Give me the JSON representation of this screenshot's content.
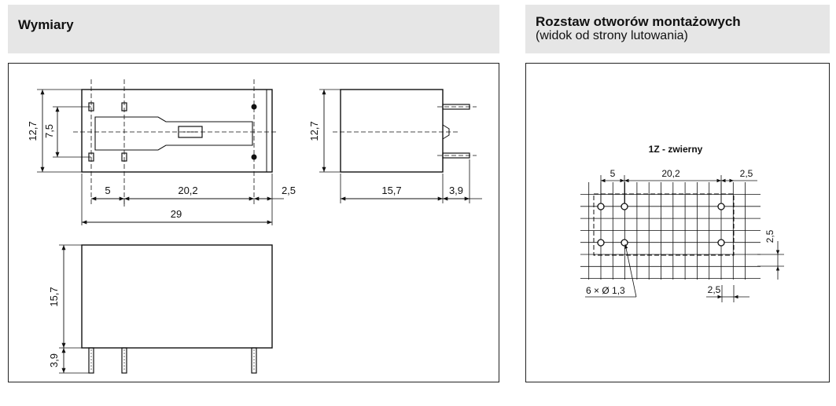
{
  "left_panel": {
    "title": "Wymiary",
    "dims": {
      "top_height": "12,7",
      "top_inner": "7,5",
      "pitch_a": "5",
      "pitch_b": "20,2",
      "pitch_c": "2,5",
      "total_length": "29",
      "side_height": "12,7",
      "side_length": "15,7",
      "side_pin": "3,9",
      "front_height": "15,7",
      "front_pin": "3,9"
    }
  },
  "right_panel": {
    "title": "Rozstaw otworów montażowych",
    "subtitle": "(widok od strony lutowania)",
    "diagram_title": "1Z - zwierny",
    "dims": {
      "a": "5",
      "b": "20,2",
      "c": "2,5",
      "row_pitch": "2,5",
      "grid_pitch": "2,5",
      "holes": "6 × Ø 1,3"
    }
  }
}
